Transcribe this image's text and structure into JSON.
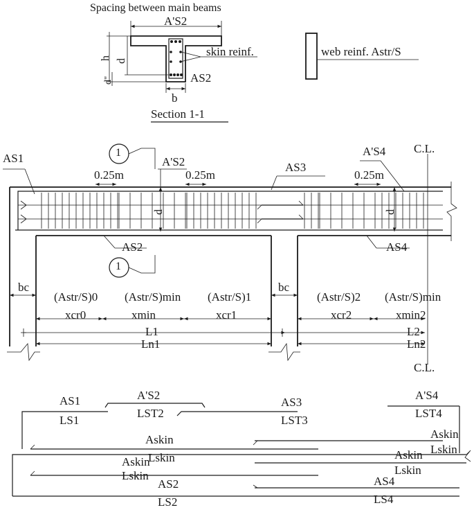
{
  "section": {
    "title": "Spacing between main beams",
    "as2_top": "A'S2",
    "h": "h",
    "d": "d",
    "d_prime": "d''",
    "skin": "skin reinf.",
    "as2_bot": "AS2",
    "b": "b",
    "caption": "Section 1-1"
  },
  "web": {
    "label": "web reinf. Astr/S"
  },
  "elevation": {
    "as1": "AS1",
    "marker": "1",
    "as2_top": "A'S2",
    "as3": "AS3",
    "as4_top": "A'S4",
    "cl_top": "C.L.",
    "cl_bottom": "C.L.",
    "sp1": "0.25m",
    "sp2": "0.25m",
    "sp3": "0.25m",
    "d": "d",
    "as2": "AS2",
    "as4": "AS4",
    "bc": "bc",
    "astr0": "(Astr/S)0",
    "astr_min": "(Astr/S)min",
    "astr1": "(Astr/S)1",
    "astr2": "(Astr/S)2",
    "astr_min2": "(Astr/S)min",
    "xcr0": "xcr0",
    "xmin": "xmin",
    "xcr1": "xcr1",
    "xcr2": "xcr2",
    "xmin2": "xmin2",
    "L1": "L1",
    "Ln1": "Ln1",
    "L2": "L2",
    "Ln2": "Ln2"
  },
  "bars": {
    "as1": "AS1",
    "ls1": "LS1",
    "as2p": "A'S2",
    "lst2": "LST2",
    "as3": "AS3",
    "lst3": "LST3",
    "as4p": "A'S4",
    "lst4": "LST4",
    "askin1": "Askin",
    "lskin1": "Lskin",
    "askin2": "Askin",
    "lskin2": "Lskin",
    "askin3": "Askin",
    "lskin3": "Lskin",
    "askin4": "Askin",
    "lskin4": "Lskin",
    "as2": "AS2",
    "ls2": "LS2",
    "as4": "AS4",
    "ls4": "LS4"
  }
}
